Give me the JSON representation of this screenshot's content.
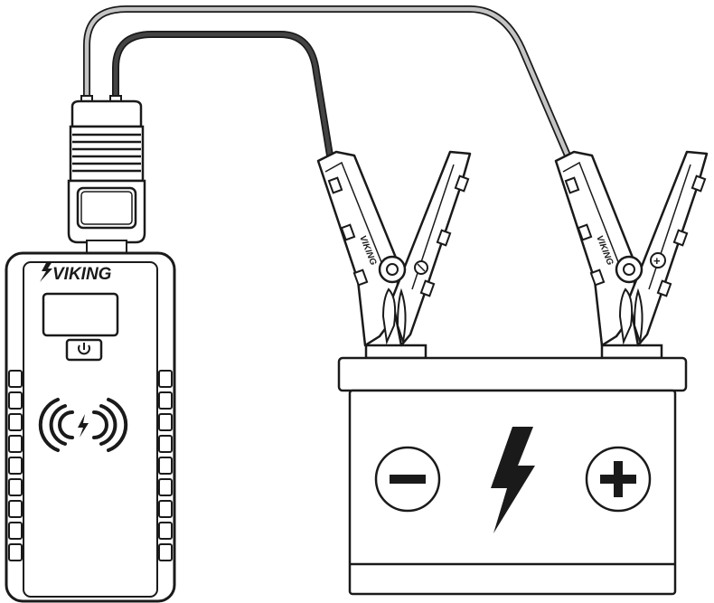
{
  "device": {
    "brand": "VIKING",
    "power_button_icon": "power-icon",
    "wireless_icon": "wireless-charging-icon"
  },
  "clamps": {
    "negative_brand": "VIKING",
    "positive_brand": "VIKING",
    "positive_marking": "+"
  },
  "battery": {
    "negative_symbol": "−",
    "positive_symbol": "+",
    "center_icon": "lightning-bolt-icon"
  },
  "colors": {
    "outline": "#1a1a1a",
    "negative_cable": "#3a3a3a",
    "positive_cable": "#bdbdbd",
    "body_fill": "#ffffff",
    "accent_fill": "#000000"
  }
}
